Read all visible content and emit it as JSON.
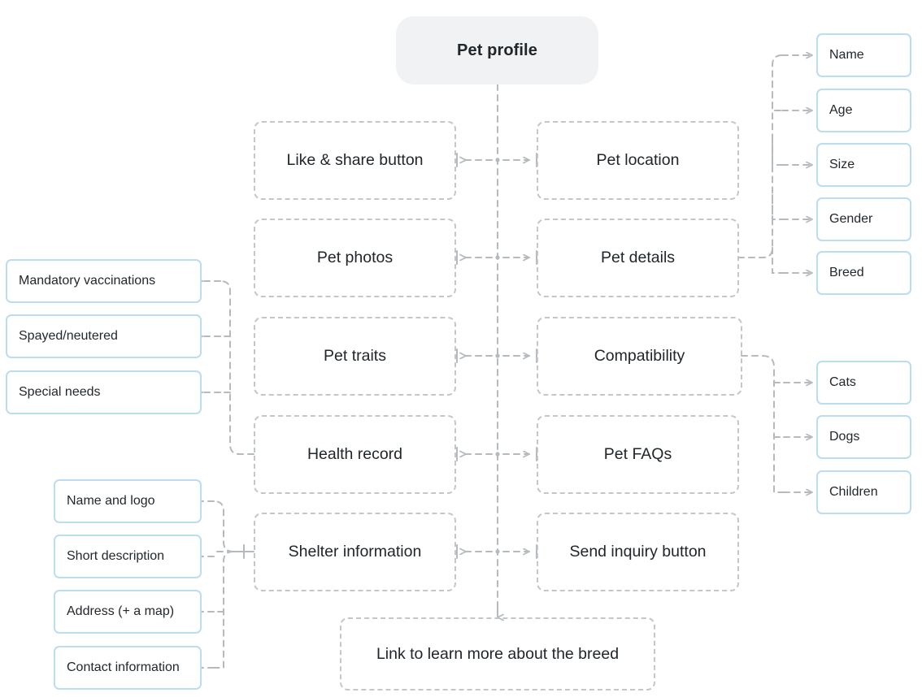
{
  "diagram": {
    "title": "Pet profile",
    "root": {
      "label": "Pet profile"
    },
    "sections": {
      "left_column": [
        {
          "label": "Like & share button"
        },
        {
          "label": "Pet photos"
        },
        {
          "label": "Pet traits"
        },
        {
          "label": "Health record"
        },
        {
          "label": "Shelter information"
        }
      ],
      "right_column": [
        {
          "label": "Pet location"
        },
        {
          "label": "Pet details"
        },
        {
          "label": "Compatibility"
        },
        {
          "label": "Pet FAQs"
        },
        {
          "label": "Send inquiry button"
        }
      ],
      "bottom": {
        "label": "Link to learn more about the breed"
      }
    },
    "leaves": {
      "pet_details": [
        {
          "label": "Name"
        },
        {
          "label": "Age"
        },
        {
          "label": "Size"
        },
        {
          "label": "Gender"
        },
        {
          "label": "Breed"
        }
      ],
      "compatibility": [
        {
          "label": "Cats"
        },
        {
          "label": "Dogs"
        },
        {
          "label": "Children"
        }
      ],
      "health_record": [
        {
          "label": "Mandatory vaccinations"
        },
        {
          "label": "Spayed/neutered"
        },
        {
          "label": "Special needs"
        }
      ],
      "shelter_information": [
        {
          "label": "Name and logo"
        },
        {
          "label": "Short description"
        },
        {
          "label": "Address (+ a map)"
        },
        {
          "label": "Contact information"
        }
      ]
    },
    "colors": {
      "root_fill": "#f1f2f3",
      "dashed_border": "#c2c7cc",
      "blue_border": "#bcdcef",
      "connector": "#b5babf",
      "text": "#21262b",
      "background": "#ffffff"
    }
  }
}
